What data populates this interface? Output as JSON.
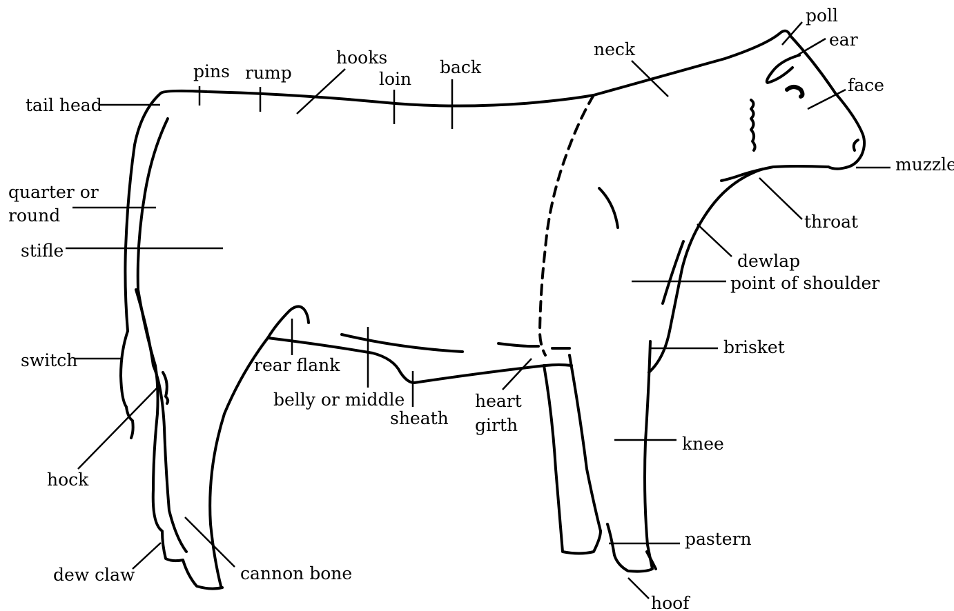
{
  "diagram": {
    "line_color": "#000000",
    "background": "#ffffff",
    "labels": {
      "poll": "poll",
      "ear": "ear",
      "face": "face",
      "muzzle": "muzzle",
      "neck": "neck",
      "throat": "throat",
      "dewlap": "dewlap",
      "point_of_shoulder": "point of shoulder",
      "brisket": "brisket",
      "knee": "knee",
      "pastern": "pastern",
      "hoof": "hoof",
      "heart_girth_1": "heart",
      "heart_girth_2": "girth",
      "sheath": "sheath",
      "belly_or_middle": "belly or middle",
      "rear_flank": "rear flank",
      "back": "back",
      "loin": "loin",
      "hooks": "hooks",
      "rump": "rump",
      "pins": "pins",
      "tail_head": "tail head",
      "quarter_or_round_1": "quarter or",
      "quarter_or_round_2": "round",
      "stifle": "stifle",
      "switch": "switch",
      "hock": "hock",
      "dew_claw": "dew claw",
      "cannon_bone": "cannon bone"
    }
  }
}
